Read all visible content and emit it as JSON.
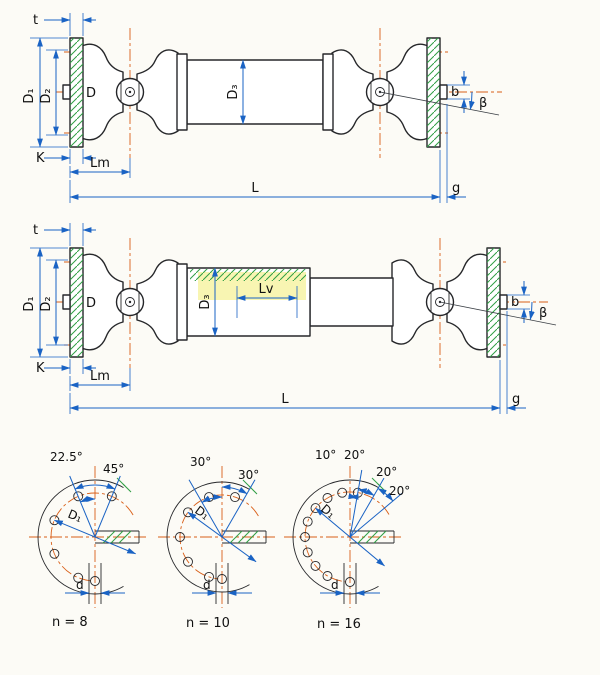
{
  "colors": {
    "outline": "#26272a",
    "dimension_blue": "#1a63c4",
    "centerline_orange": "#d95f18",
    "hatch_green": "#2f9e44",
    "highlight_yellow": "#f4ee7e"
  },
  "shaft_top": {
    "description": "cardan shaft, fixed length, side view",
    "labels": {
      "t": "t",
      "D1": "D₁",
      "D2": "D₂",
      "D": "D",
      "D3": "D₃",
      "b": "b",
      "beta": "β",
      "K": "K",
      "Lm": "Lm",
      "L": "L",
      "g": "g"
    }
  },
  "shaft_middle": {
    "description": "cardan shaft with length compensation, side view",
    "labels": {
      "t": "t",
      "D1": "D₁",
      "D2": "D₂",
      "D": "D",
      "D3": "D₃",
      "Lv": "Lv",
      "b": "b",
      "beta": "β",
      "K": "K",
      "Lm": "Lm",
      "L": "L",
      "g": "g"
    }
  },
  "patterns": [
    {
      "angles": [
        "22.5°",
        "45°"
      ],
      "D1": "D₁",
      "d": "d",
      "n": "n = 8",
      "holes": 8
    },
    {
      "angles": [
        "30°",
        "30°"
      ],
      "D1": "D₁",
      "d": "d",
      "n": "n = 10",
      "holes": 10
    },
    {
      "angles": [
        "10°",
        "20°",
        "20°",
        "20°"
      ],
      "D1": "D₁",
      "d": "d",
      "n": "n = 16",
      "holes": 16
    }
  ]
}
